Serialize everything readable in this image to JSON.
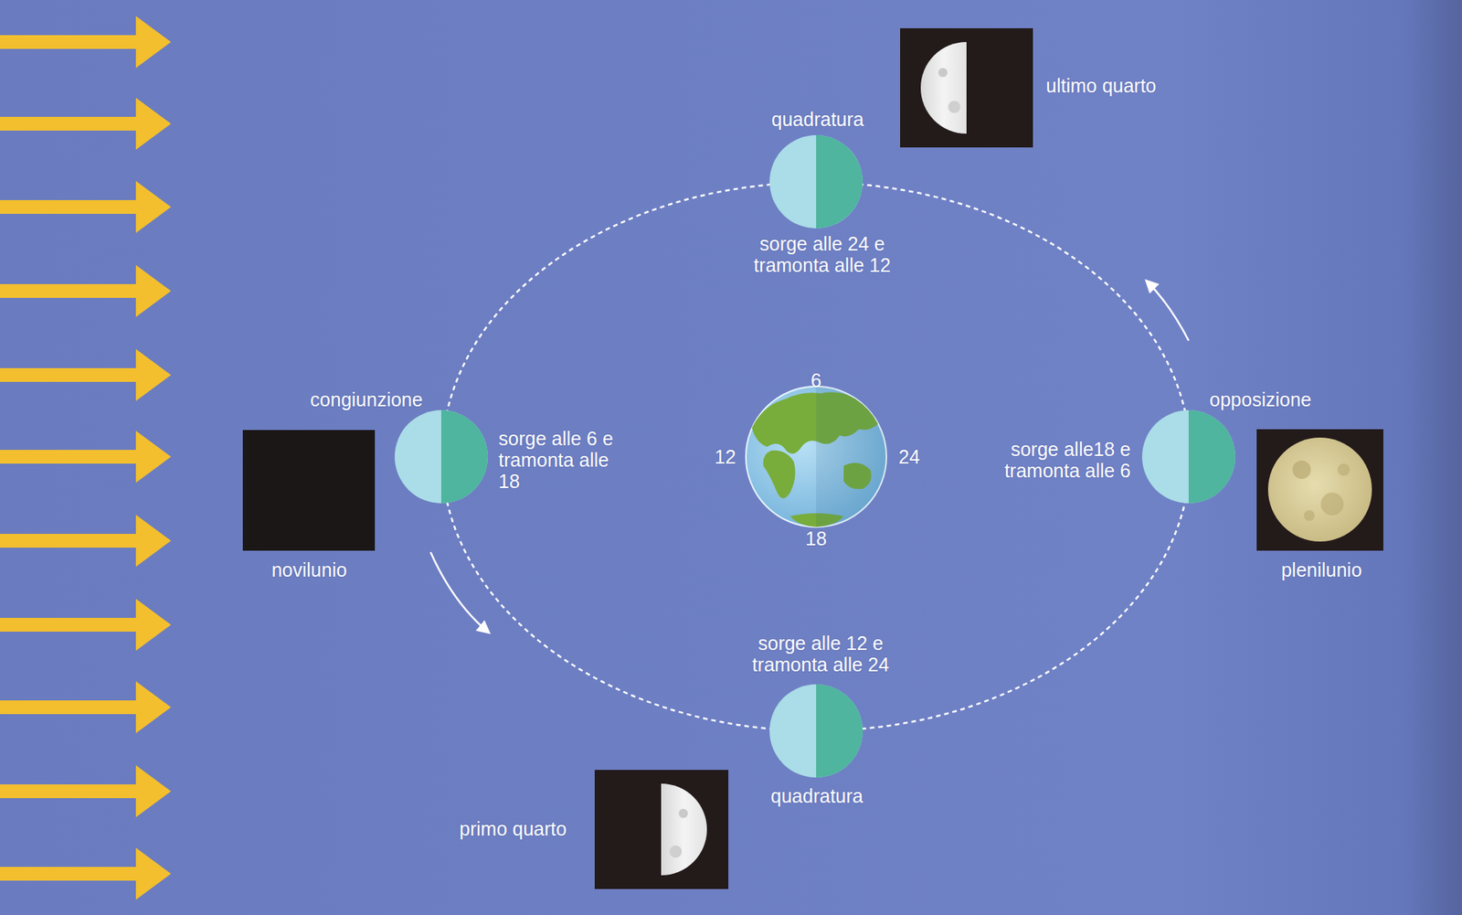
{
  "diagram": {
    "labels": [
      "ultimo quarto",
      "quadratura",
      "sorge alle 24 e tramonta alle 12",
      "congiunzione",
      "sorge alle 6 e tramonta alle 18",
      "6",
      "12",
      "24",
      "18",
      "opposizione",
      "sorge alle18 e tramonta alle 6",
      "novilunio",
      "plenilunio",
      "sorge alle 12 e tramonta alle 24",
      "quadratura",
      "primo quarto"
    ]
  }
}
